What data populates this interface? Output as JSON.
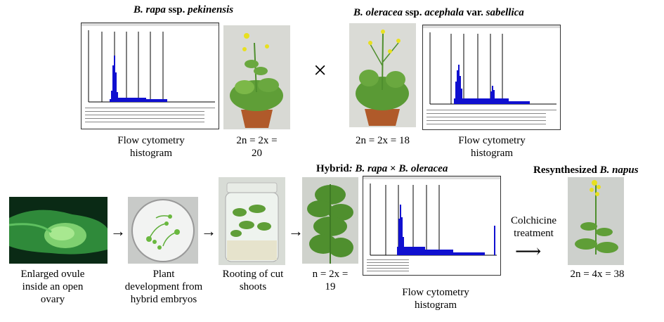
{
  "titles": {
    "rapa_species": "B. rapa",
    "rapa_ssp_word": "ssp.",
    "rapa_ssp_name": "pekinensis",
    "oleracea_species": "B. oleracea",
    "oleracea_ssp_word": "ssp.",
    "oleracea_ssp_name": "acephala",
    "oleracea_var_word": "var.",
    "oleracea_var_name": "sabellica",
    "hybrid_word": "Hybrid",
    "hybrid_colon": ":",
    "hybrid_rapa": "B. rapa",
    "hybrid_times": "×",
    "hybrid_oleracea": "B. oleracea",
    "resynth_word": "Resynthesized",
    "resynth_name": "B. napus"
  },
  "cross_symbol": "×",
  "captions": {
    "rapa_histogram": [
      "Flow cytometry",
      "histogram"
    ],
    "rapa_ploidy": [
      "2n = 2x =",
      "20"
    ],
    "oleracea_ploidy": "2n = 2x = 18",
    "oleracea_histogram": [
      "Flow cytometry",
      "histogram"
    ],
    "ovule": [
      "Enlarged ovule",
      "inside an open",
      "ovary"
    ],
    "plant_development": [
      "Plant",
      "development from",
      "hybrid embryos"
    ],
    "rooting": [
      "Rooting of cut",
      "shoots"
    ],
    "hybrid_ploidy": [
      "n = 2x =",
      "19"
    ],
    "hybrid_histogram": [
      "Flow cytometry",
      "histogram"
    ],
    "colchicine": [
      "Colchicine",
      "treatment"
    ],
    "napus_ploidy": "2n = 4x = 38"
  },
  "colors": {
    "histogram_bars": "#1010d0",
    "plant_green": "#4f8f2e",
    "pot": "#b05a2a",
    "ovule_green": "#3faa3a",
    "flower_yellow": "#e8e020"
  }
}
